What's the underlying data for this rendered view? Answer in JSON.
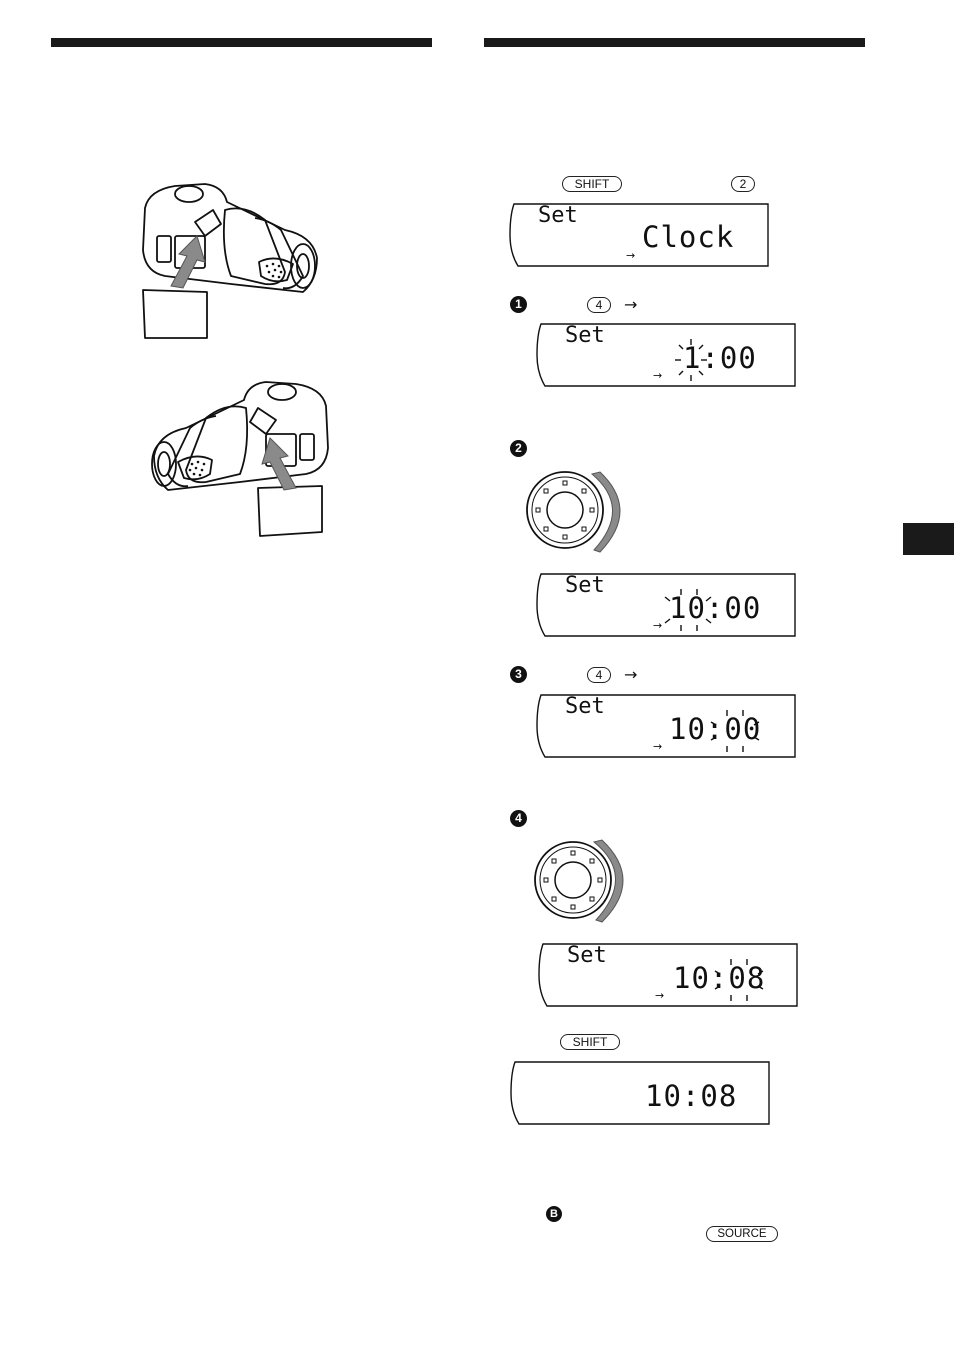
{
  "keys": {
    "shift": "SHIFT",
    "two": "2",
    "four": "4",
    "source": "SOURCE"
  },
  "steps": {
    "one": "1",
    "two": "2",
    "three": "3",
    "four": "4"
  },
  "badge": "B",
  "displays": {
    "d1": {
      "top": "Set",
      "main": "Clock"
    },
    "d2": {
      "top": "Set",
      "main": "1:00",
      "flash": "hours"
    },
    "d3": {
      "top": "Set",
      "main": "10:00",
      "flash": "hours"
    },
    "d4": {
      "top": "Set",
      "main": "10:00",
      "flash": "minutes"
    },
    "d5": {
      "top": "Set",
      "main": "10:08",
      "flash": "minutes"
    },
    "d6": {
      "top": "",
      "main": "10:08"
    }
  },
  "icons": {
    "arrow": "right-arrow-icon",
    "dial": "rotary-dial-icon",
    "remote": "rotary-commander-icon"
  }
}
